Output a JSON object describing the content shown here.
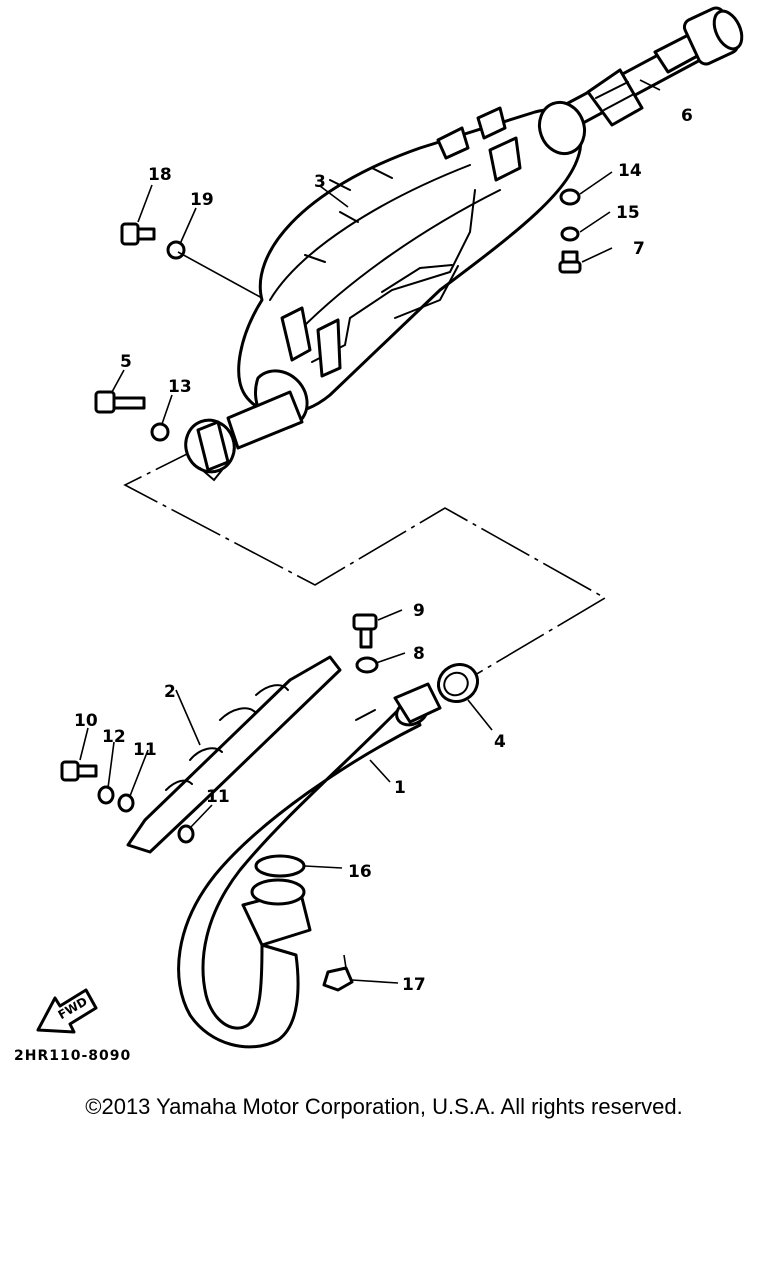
{
  "diagram": {
    "callouts": {
      "p1": "1",
      "p2": "2",
      "p3": "3",
      "p4": "4",
      "p5": "5",
      "p6": "6",
      "p7": "7",
      "p8": "8",
      "p9": "9",
      "p10": "10",
      "p11a": "11",
      "p11b": "11",
      "p12": "12",
      "p13": "13",
      "p14": "14",
      "p15": "15",
      "p16": "16",
      "p17": "17",
      "p18": "18",
      "p19": "19"
    },
    "fwd_label": "FWD",
    "diagram_code": "2HR110-8090"
  },
  "footer": {
    "copyright": "©2013 Yamaha Motor Corporation, U.S.A. All rights reserved."
  }
}
